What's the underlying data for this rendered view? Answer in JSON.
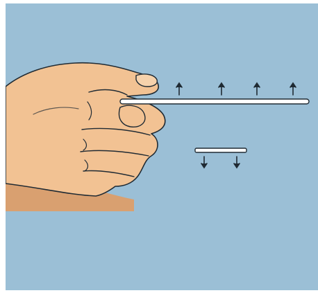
{
  "illustration": {
    "background_color": "#9bbfd6",
    "skin_color": "#f2c293",
    "skin_shadow_color": "#d9a070",
    "line_color": "#1f2a33",
    "strip_color": "#ffffff",
    "arrow_color": "#1f2a33",
    "icons": {
      "hand": "hand-holding-strip-icon",
      "long_strip": "long-white-strip",
      "short_strip": "short-white-strip",
      "up_arrows": "up-arrow-icon",
      "down_arrows": "down-arrow-icon"
    },
    "up_arrow_count": 4,
    "down_arrow_count": 2
  }
}
